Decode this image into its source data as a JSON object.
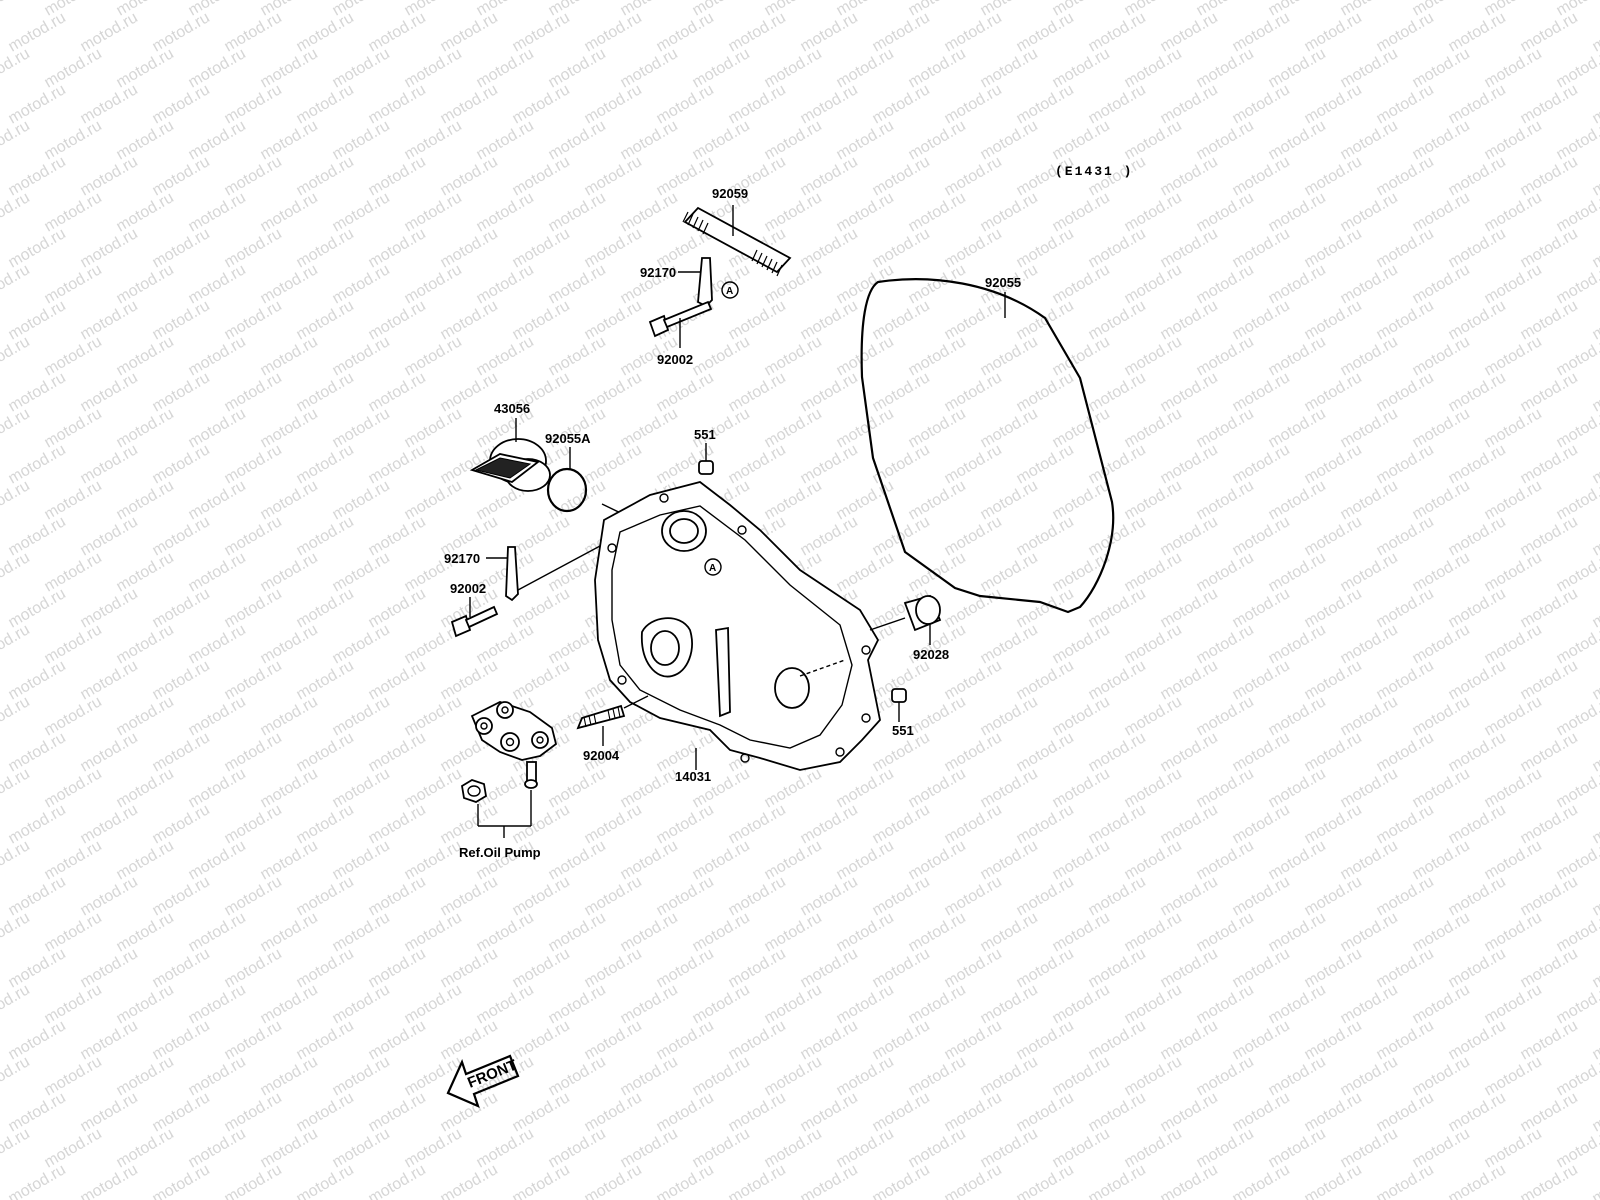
{
  "diagram_code": "(E1431 )",
  "watermark_text": "motod.ru",
  "front_arrow_label": "FRONT",
  "circle_reference": "A",
  "labels": {
    "p92059": "92059",
    "p92170_top": "92170",
    "p92002_top": "92002",
    "p92055": "92055",
    "p43056": "43056",
    "p92055a": "92055A",
    "p551_top": "551",
    "p92170_left": "92170",
    "p92002_left": "92002",
    "p92028": "92028",
    "p551_bottom": "551",
    "p92004": "92004",
    "p14031": "14031",
    "ref_oil_pump": "Ref.Oil Pump"
  }
}
